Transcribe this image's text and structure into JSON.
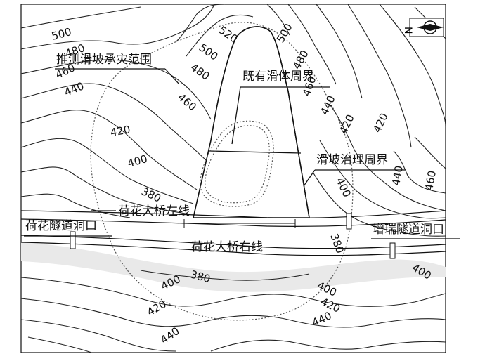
{
  "map": {
    "north_symbol": "N",
    "contour_labels": [
      "520",
      "500",
      "480",
      "460",
      "440",
      "420",
      "400",
      "380"
    ],
    "callouts": {
      "inferred_hazard": "推测滑坡承灾范围",
      "existing_slide": "既有滑体周界",
      "treatment_boundary": "滑坡治理周界",
      "bridge_left": "荷花大桥左线",
      "bridge_right": "荷花大桥右线",
      "tunnel_left": "荷花隧道洞口",
      "tunnel_right": "增瑞隧道洞口"
    }
  }
}
